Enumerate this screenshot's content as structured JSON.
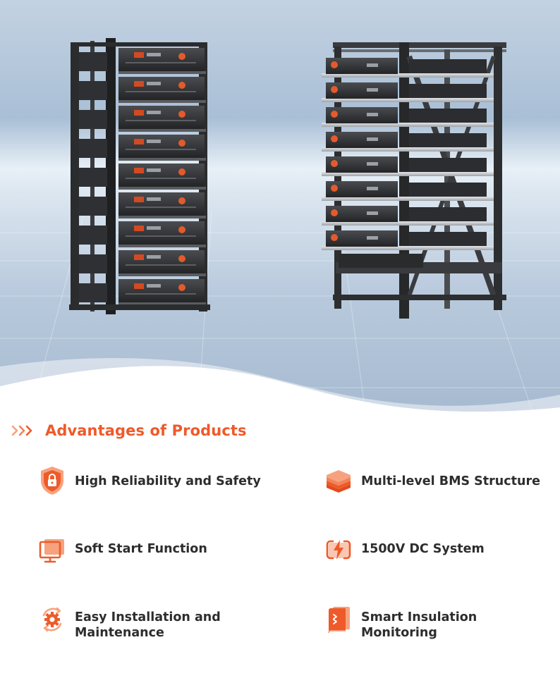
{
  "section": {
    "title": "Advantages of Products"
  },
  "features": [
    {
      "label_line1": "High Reliability and Safety",
      "label_line2": "",
      "icon": "shield-lock-icon"
    },
    {
      "label_line1": "Multi-level BMS Structure",
      "label_line2": "",
      "icon": "layers-stack-icon"
    },
    {
      "label_line1": "Soft Start Function",
      "label_line2": "",
      "icon": "monitor-icon"
    },
    {
      "label_line1": "1500V DC System",
      "label_line2": "",
      "icon": "lightning-battery-icon"
    },
    {
      "label_line1": "Easy Installation and",
      "label_line2": "Maintenance",
      "icon": "gear-sync-icon"
    },
    {
      "label_line1": "Smart Insulation",
      "label_line2": "Monitoring",
      "icon": "manual-book-icon"
    }
  ],
  "colors": {
    "accent": "#ee5a2a",
    "text": "#2d2d2d",
    "accent_light": "#f7a27e"
  }
}
